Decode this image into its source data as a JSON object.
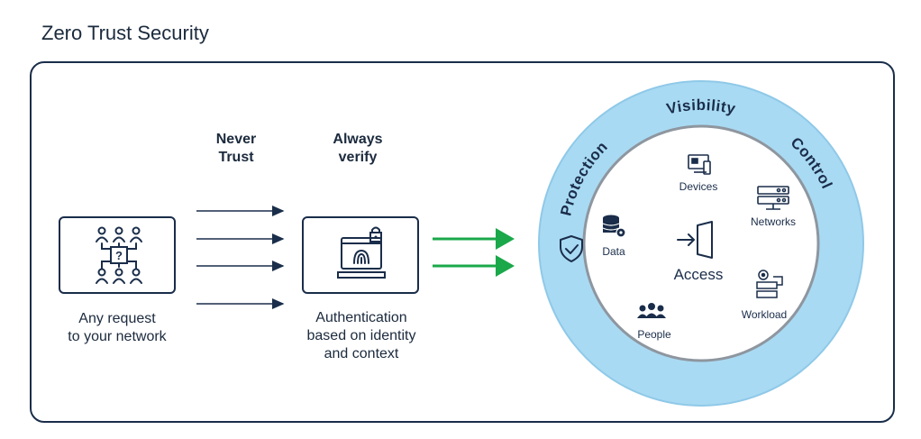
{
  "title": "Zero Trust Security",
  "request": {
    "icon": "people-network-question-icon",
    "caption_line1": "Any request",
    "caption_line2": "to your network"
  },
  "stages": {
    "never_trust_line1": "Never",
    "never_trust_line2": "Trust",
    "always_verify_line1": "Always",
    "always_verify_line2": "verify"
  },
  "auth": {
    "icon": "fingerprint-lock-icon",
    "caption_line1": "Authentication",
    "caption_line2": "based on identity",
    "caption_line3": "and context"
  },
  "ring": {
    "outer_labels": {
      "protection": "Protection",
      "visibility": "Visibility",
      "control": "Control"
    },
    "center": {
      "label": "Access",
      "icon": "door-enter-icon"
    },
    "items": [
      {
        "label": "Devices",
        "icon": "devices-icon"
      },
      {
        "label": "Networks",
        "icon": "server-rack-icon"
      },
      {
        "label": "Workload",
        "icon": "workload-gear-icon"
      },
      {
        "label": "People",
        "icon": "people-icon"
      },
      {
        "label": "Data",
        "icon": "database-gear-icon"
      }
    ],
    "shield_icon": "shield-check-icon"
  },
  "colors": {
    "navy": "#1a2d4a",
    "ring_blue": "#a9daf3",
    "ring_border": "#8fc9e8",
    "green_arrow": "#1aa84a",
    "inner_border": "#8e969f"
  }
}
